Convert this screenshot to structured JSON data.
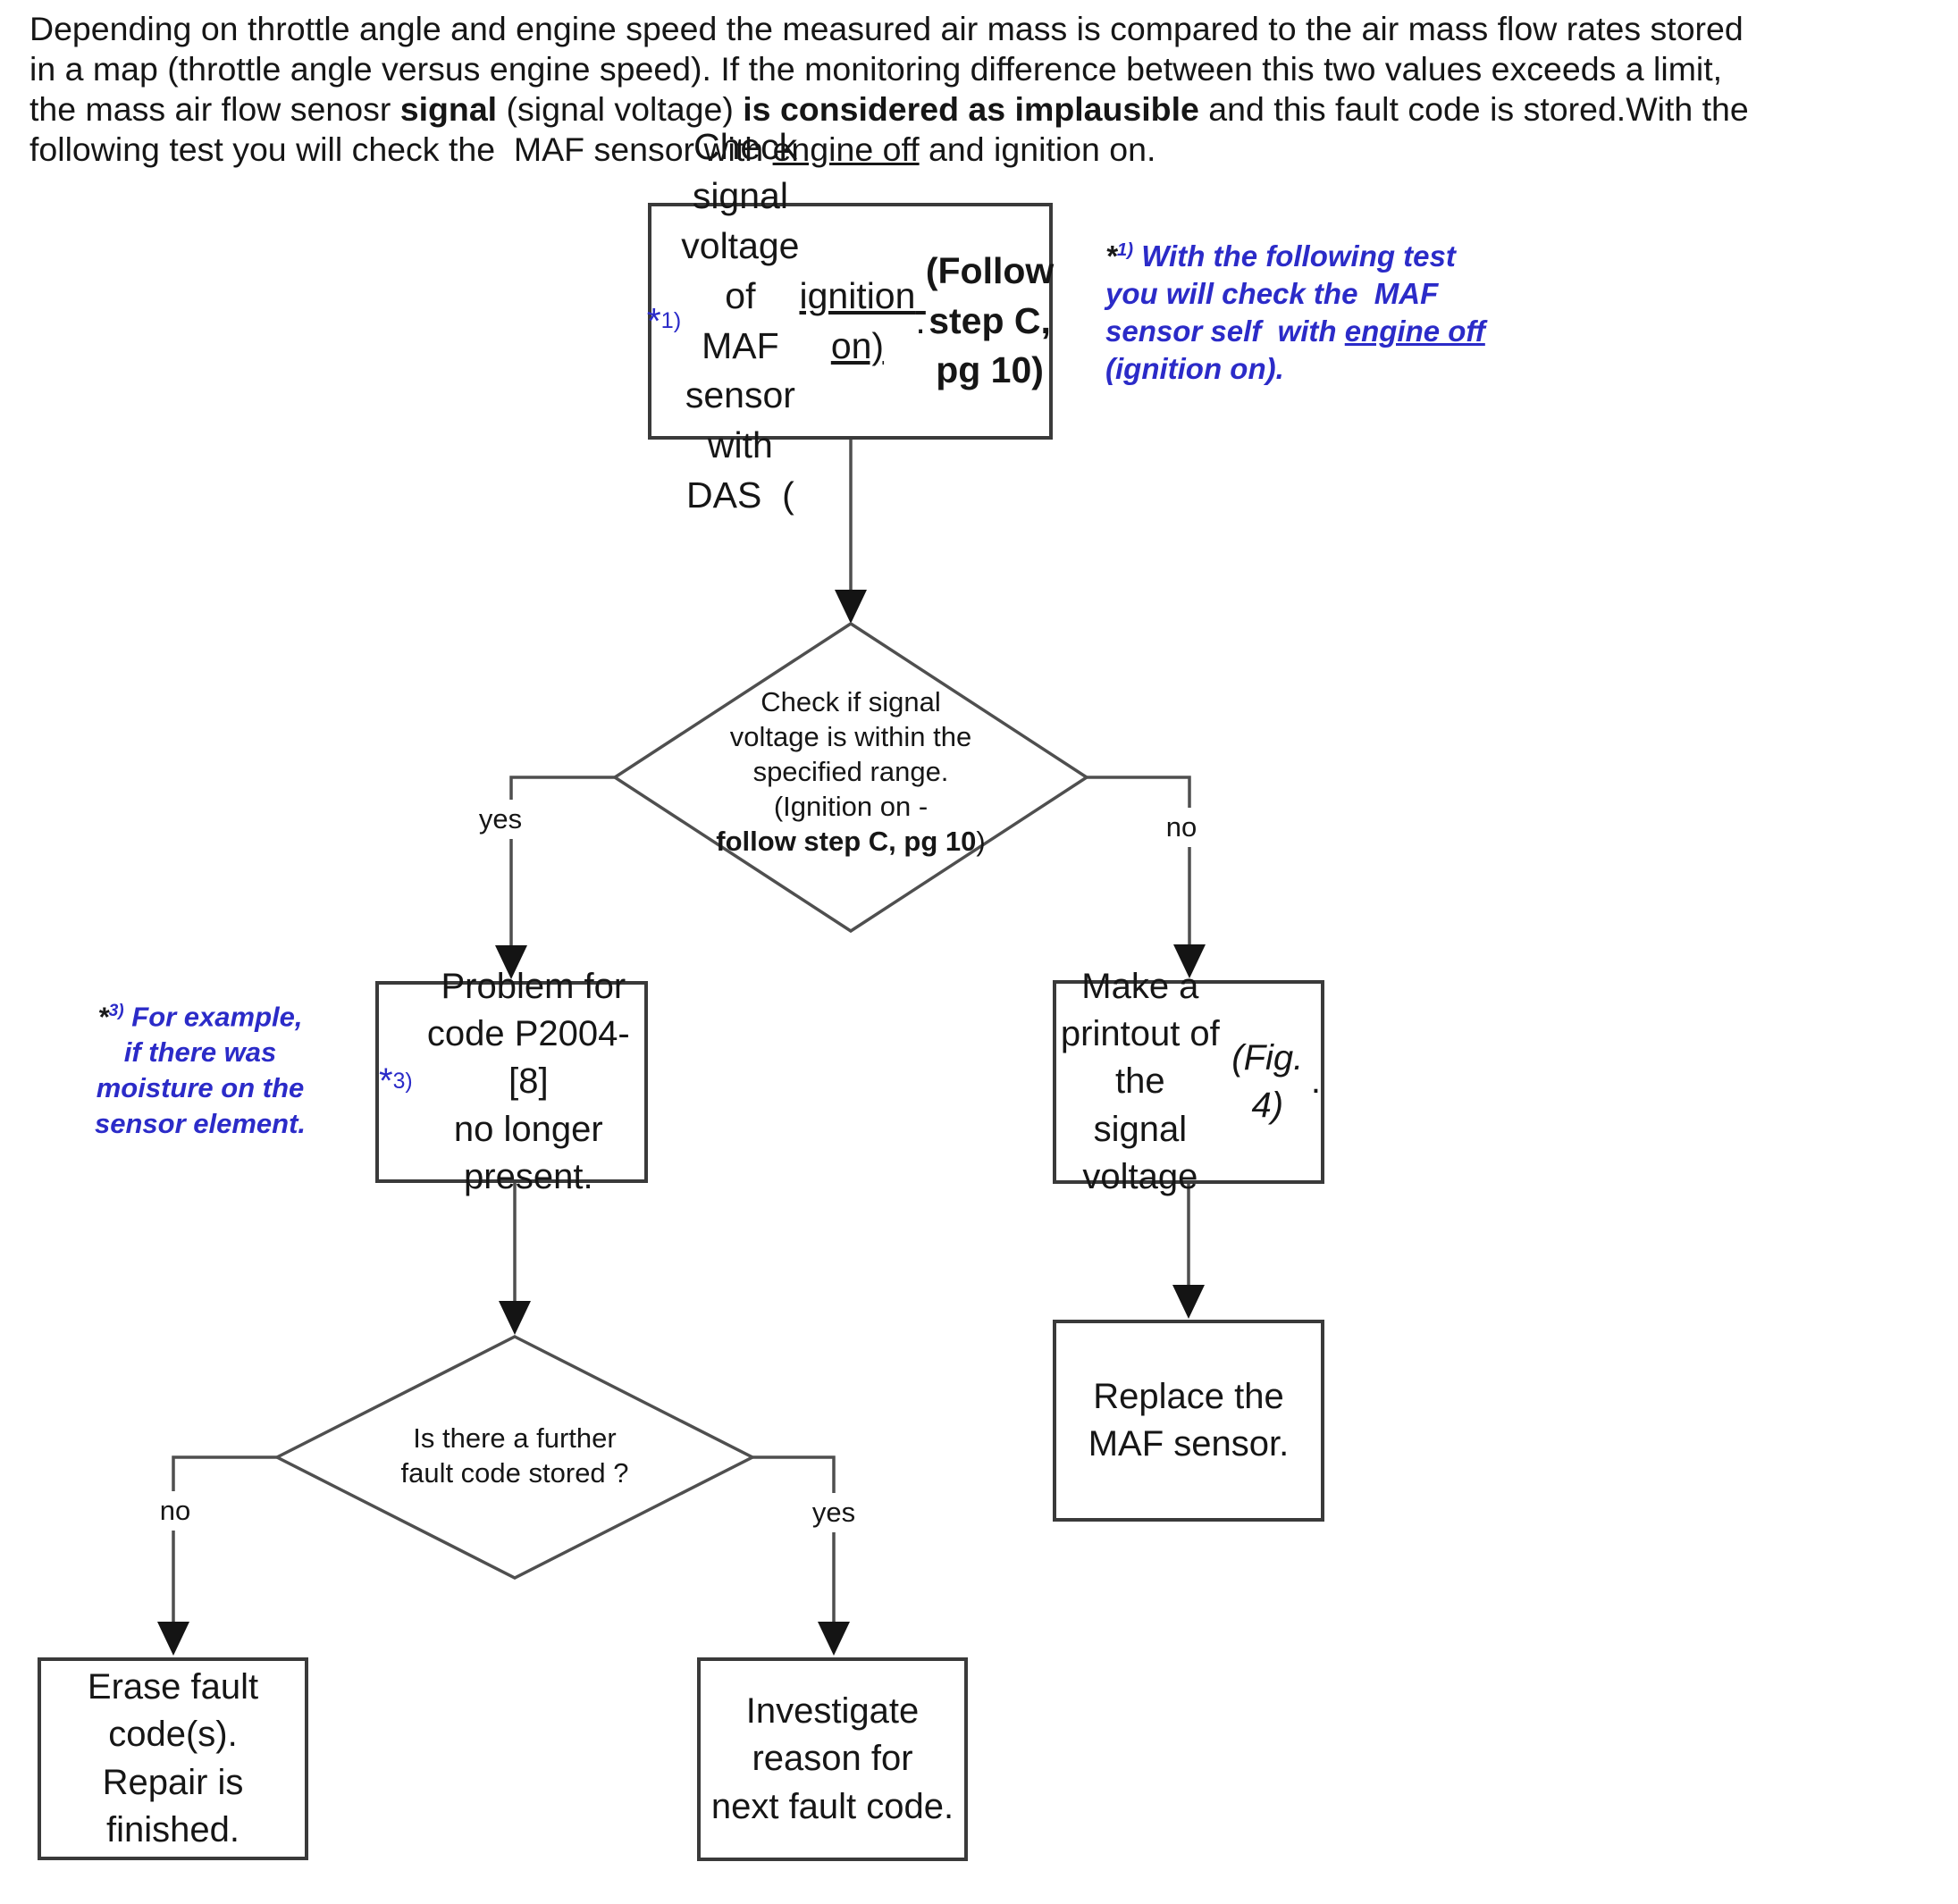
{
  "colors": {
    "accent_blue": "#2b2bc8",
    "line_gray": "#4f4f4f",
    "border_dark": "#3a3a3a",
    "text_black": "#161616"
  },
  "intro": {
    "segments": [
      {
        "t": "Depending on throttle angle and engine speed the measured air mass is compared to the air mass flow rates stored\nin a map (throttle angle versus engine speed). If the monitoring difference between this two values exceeds a limit,\nthe mass air flow senosr "
      },
      {
        "t": "signal",
        "b": true
      },
      {
        "t": " (signal voltage) "
      },
      {
        "t": "is considered as implausible",
        "b": true
      },
      {
        "t": " and this fault code is stored.With the\nfollowing test you will check the  MAF sensor with "
      },
      {
        "t": "engine off",
        "u": true
      },
      {
        "t": " and ignition on."
      }
    ]
  },
  "flowchart": {
    "step1_box": {
      "segments": [
        {
          "t": "*",
          "blue": true
        },
        {
          "t": "1)",
          "blue": true,
          "sup": true
        },
        {
          "t": " Check signal\nvoltage of  MAF sensor\nwith DAS  ("
        },
        {
          "t": "ignition on)",
          "u": true
        },
        {
          "t": ".\n"
        },
        {
          "t": "(Follow step C, pg 10)",
          "b": true
        }
      ]
    },
    "note1": {
      "segments": [
        {
          "t": "*",
          "dark": true
        },
        {
          "t": "1)",
          "sup": true
        },
        {
          "t": " With the following test\nyou will check the  MAF\nsensor self  with "
        },
        {
          "t": "engine off",
          "u": true
        },
        {
          "t": "\n(ignition on)."
        }
      ]
    },
    "decision1": {
      "segments": [
        {
          "t": "Check if signal\nvoltage is within the\nspecified range.\n(Ignition on -\n"
        },
        {
          "t": "follow step C, pg 10",
          "b": true
        },
        {
          "t": ")"
        }
      ]
    },
    "decision1_yes_label": "yes",
    "decision1_no_label": "no",
    "result_box": {
      "segments": [
        {
          "t": "*",
          "blue": true
        },
        {
          "t": "3)",
          "blue": true,
          "sup": true
        },
        {
          "t": " Problem for\ncode P2004-[8]\nno longer\npresent."
        }
      ]
    },
    "note3": {
      "segments": [
        {
          "t": "*",
          "dark": true
        },
        {
          "t": "3)",
          "sup": true
        },
        {
          "t": " For example,\nif there was\nmoisture on the\nsensor element."
        }
      ]
    },
    "printout_box": {
      "segments": [
        {
          "t": "Make a\nprintout of the\nsignal voltage\n"
        },
        {
          "t": "(Fig. 4)",
          "i": true
        },
        {
          "t": "."
        }
      ]
    },
    "replace_box": {
      "segments": [
        {
          "t": "Replace the\nMAF sensor."
        }
      ]
    },
    "decision2": {
      "segments": [
        {
          "t": "Is there a further\nfault code stored ?"
        }
      ]
    },
    "decision2_no_label": "no",
    "decision2_yes_label": "yes",
    "erase_box": {
      "segments": [
        {
          "t": "Erase fault\ncode(s).\nRepair is\nfinished."
        }
      ]
    },
    "investigate_box": {
      "segments": [
        {
          "t": "Investigate\nreason for\nnext fault code."
        }
      ]
    }
  }
}
